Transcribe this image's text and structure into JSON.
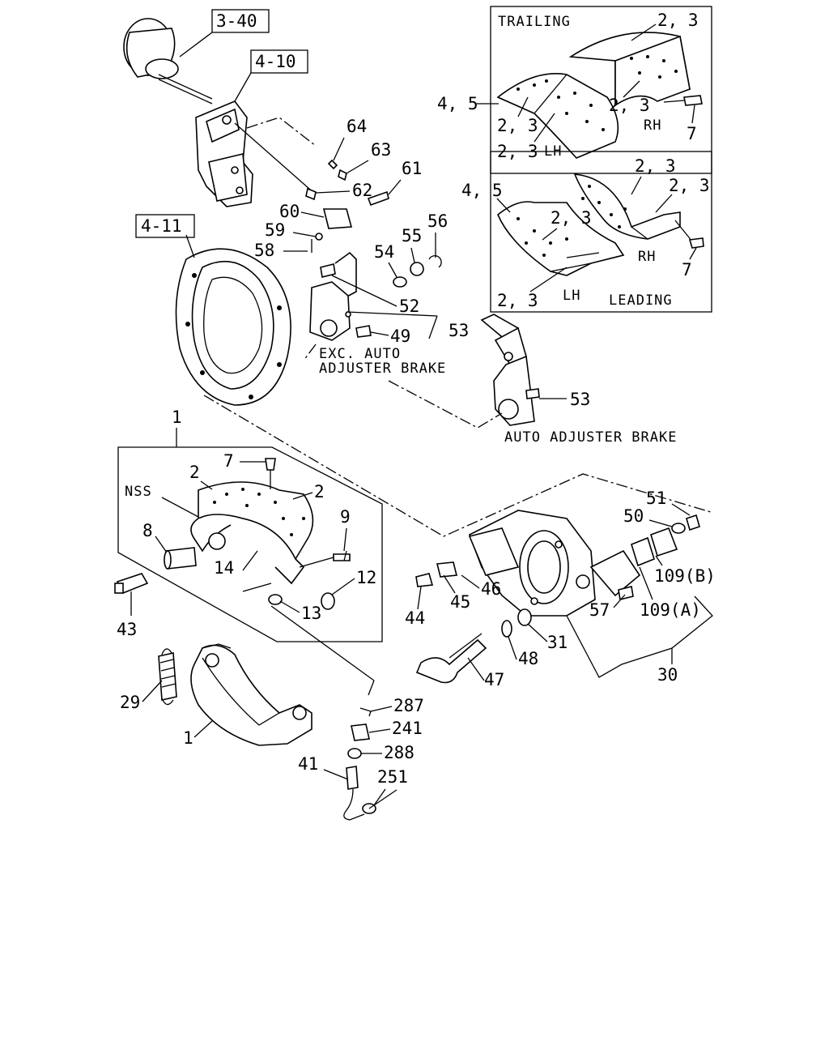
{
  "refs": {
    "r340": "3-40",
    "r410": "4-10",
    "r411": "4-11"
  },
  "boxes": {
    "trailing": {
      "title": "TRAILING",
      "a": "2, 3",
      "b": "2, 3",
      "c": "2, 3",
      "d": "2, 3",
      "lh": "LH",
      "rh": "RH",
      "seven": "7"
    },
    "leading": {
      "title": "LEADING",
      "a": "2, 3",
      "b": "2, 3",
      "c": "2, 3",
      "d": "2, 3",
      "lh": "LH",
      "rh": "RH",
      "seven": "7"
    }
  },
  "labels": {
    "n45a": "4, 5",
    "n45b": "4, 5",
    "n64": "64",
    "n63": "63",
    "n62": "62",
    "n61": "61",
    "n60": "60",
    "n59": "59",
    "n58": "58",
    "n54": "54",
    "n55": "55",
    "n56": "56",
    "n52": "52",
    "n49": "49",
    "n53a": "53",
    "n53b": "53",
    "exc1": "EXC. AUTO",
    "exc2": "ADJUSTER BRAKE",
    "auto": "AUTO ADJUSTER BRAKE",
    "n1a": "1",
    "n7": "7",
    "n2a": "2",
    "n2b": "2",
    "nss": "NSS",
    "n8": "8",
    "n9": "9",
    "n14": "14",
    "n12": "12",
    "n13": "13",
    "n43": "43",
    "n29": "29",
    "n1b": "1",
    "n287": "287",
    "n241": "241",
    "n288": "288",
    "n41": "41",
    "n251": "251",
    "n51": "51",
    "n50": "50",
    "n109b": "109(B)",
    "n109a": "109(A)",
    "n57": "57",
    "n44": "44",
    "n45": "45",
    "n46": "46",
    "n31": "31",
    "n48": "48",
    "n47": "47",
    "n30": "30"
  },
  "colors": {
    "line": "#000000",
    "background": "#ffffff"
  }
}
